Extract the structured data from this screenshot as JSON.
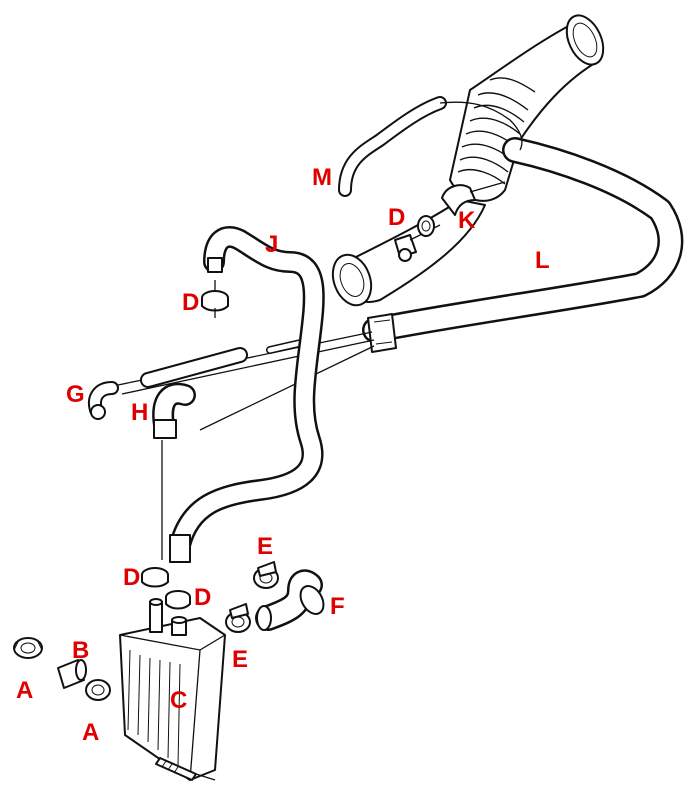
{
  "labels": {
    "a_top": "A",
    "a_bottom": "A",
    "b": "B",
    "c": "C",
    "d_top": "D",
    "d_left": "D",
    "d_mid": "D",
    "d_right": "D",
    "e_top": "E",
    "e_bottom": "E",
    "f": "F",
    "g": "G",
    "h": "H",
    "j": "J",
    "k": "K",
    "l": "L",
    "m": "M"
  },
  "colors": {
    "callout": "#e00000",
    "linework": "#111111",
    "background": "#ffffff"
  }
}
